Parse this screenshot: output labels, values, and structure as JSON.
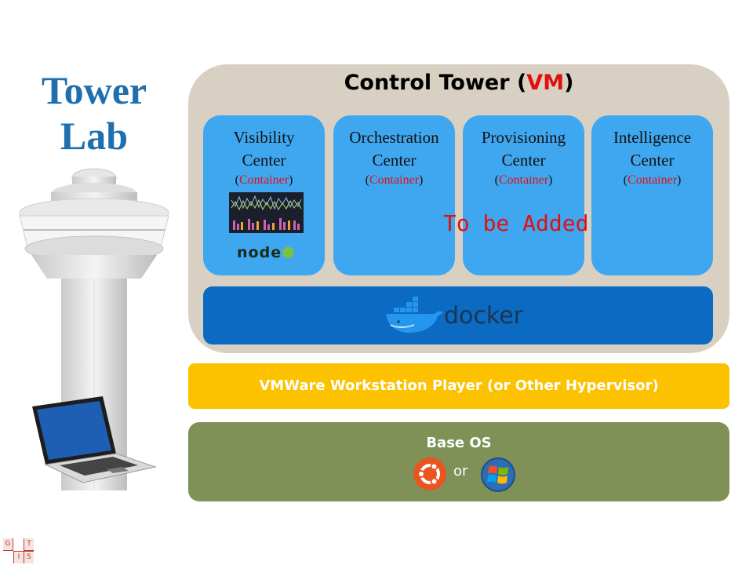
{
  "slide_title": {
    "line1": "Tower",
    "line2": "Lab"
  },
  "control_tower": {
    "title_prefix": "Control Tower (",
    "title_vm": "VM",
    "title_suffix": ")"
  },
  "centers": [
    {
      "name_line1": "Visibility",
      "name_line2": "Center",
      "open": "(",
      "sub": "Container",
      "close": ")"
    },
    {
      "name_line1": "Orchestration",
      "name_line2": "Center",
      "open": "(",
      "sub": "Container",
      "close": ")"
    },
    {
      "name_line1": "Provisioning",
      "name_line2": "Center",
      "open": "(",
      "sub": "Container",
      "close": ")"
    },
    {
      "name_line1": "Intelligence",
      "name_line2": "Center",
      "open": "(",
      "sub": "Container",
      "close": ")"
    }
  ],
  "node_logo": {
    "text_a": "n",
    "text_b": "o",
    "text_c": "d",
    "text_d": "e"
  },
  "to_be_added": "To be Added",
  "docker": {
    "wordmark": "docker"
  },
  "hypervisor": {
    "label": "VMWare Workstation Player (or Other Hypervisor)"
  },
  "base_os": {
    "title": "Base OS",
    "or": "or",
    "icons": [
      "ubuntu-logo-icon",
      "windows-logo-icon"
    ]
  },
  "gist_logo": {
    "g": "G",
    "i": "I",
    "s": "S",
    "t": "T"
  },
  "colors": {
    "title_blue": "#1f6fae",
    "vm_box": "#d9d0c4",
    "center_blue": "#3fa7f0",
    "docker_bar": "#0b6bc2",
    "hypervisor_bar": "#fcc200",
    "os_bar": "#7f9156",
    "accent_red": "#e01010"
  }
}
